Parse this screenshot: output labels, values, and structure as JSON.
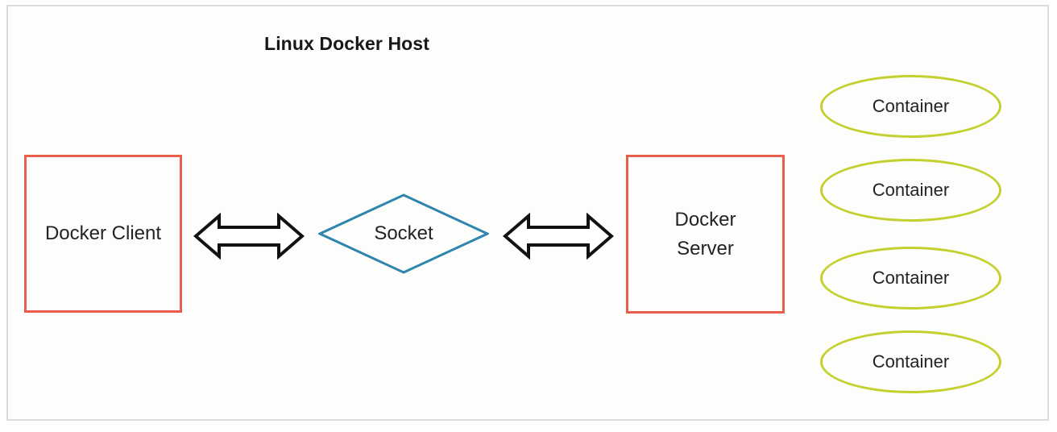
{
  "diagram": {
    "title": "Linux Docker Host",
    "background_color": "#fdfdfb",
    "frame_border_color": "#dcdcdc"
  },
  "nodes": {
    "client": {
      "label": "Docker Client",
      "border_color": "#e8604c",
      "shape": "rectangle"
    },
    "server": {
      "label": "Docker\nServer",
      "border_color": "#e8604c",
      "shape": "rectangle"
    },
    "socket": {
      "label": "Socket",
      "border_color": "#2e85ad",
      "shape": "diamond"
    }
  },
  "connectors": [
    {
      "name": "client-to-socket",
      "style": "double-headed-block-arrow",
      "stroke_color": "#111111",
      "fill_color": "#ffffff"
    },
    {
      "name": "socket-to-server",
      "style": "double-headed-block-arrow",
      "stroke_color": "#111111",
      "fill_color": "#ffffff"
    }
  ],
  "containers": {
    "border_color": "#c3d02e",
    "shape": "ellipse",
    "items": [
      {
        "label": "Container"
      },
      {
        "label": "Container"
      },
      {
        "label": "Container"
      },
      {
        "label": "Container"
      }
    ]
  }
}
